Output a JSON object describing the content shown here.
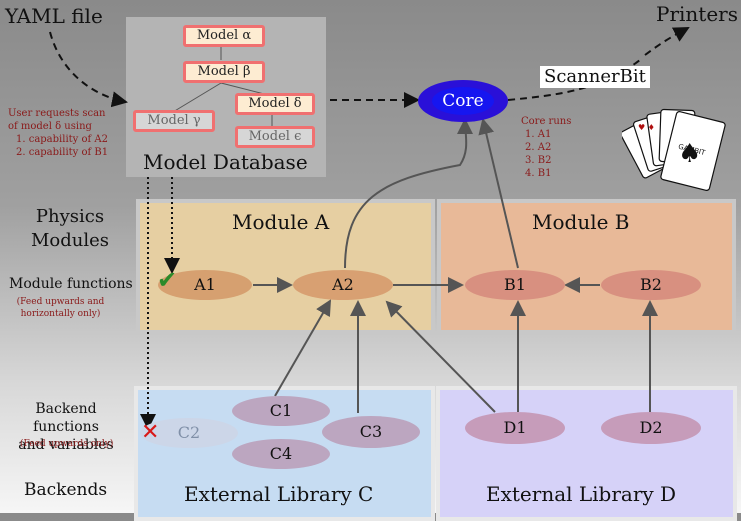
{
  "labels": {
    "yaml": "YAML file",
    "printers": "Printers",
    "scannerbit": "ScannerBit",
    "core": "Core",
    "model_database": "Model Database",
    "physics_modules_1": "Physics",
    "physics_modules_2": "Modules",
    "module_functions": "Module functions",
    "feed_note_1": "(Feed upwards and",
    "feed_note_2": "horizontally only)",
    "backend_funcs_1": "Backend functions",
    "backend_funcs_2": "and variables",
    "backend_note": "(Feed upwards only)",
    "backends": "Backends",
    "user_request": [
      "User requests scan",
      "of model δ using",
      "1. capability of A2",
      "2. capability of B1"
    ],
    "core_runs_title": "Core runs",
    "core_runs": [
      "1. A1",
      "2. A2",
      "3. B2",
      "4. B1"
    ],
    "gambit_logo": "GAMBIT"
  },
  "models": {
    "alpha": "Model α",
    "beta": "Model β",
    "gamma": "Model γ",
    "delta": "Model δ",
    "epsilon": "Model ϵ"
  },
  "modules": {
    "a": {
      "title": "Module A",
      "functions": [
        "A1",
        "A2"
      ]
    },
    "b": {
      "title": "Module B",
      "functions": [
        "B1",
        "B2"
      ]
    }
  },
  "backends": {
    "c": {
      "title": "External Library C",
      "functions": [
        "C1",
        "C2",
        "C3",
        "C4"
      ]
    },
    "d": {
      "title": "External Library D",
      "functions": [
        "D1",
        "D2"
      ]
    }
  },
  "colors": {
    "model_border": "#f07070",
    "core": "#2a10d8",
    "module_a_bg": "#e8cfa0",
    "module_b_bg": "#e8b898",
    "lib_c_bg": "#c8def4",
    "lib_d_bg": "#d8d4fa",
    "node_a": "#d8a072",
    "node_b": "#d89080",
    "node_c": "#bca6c0",
    "node_d": "#c89cba",
    "red_text": "#8a1a1a"
  }
}
